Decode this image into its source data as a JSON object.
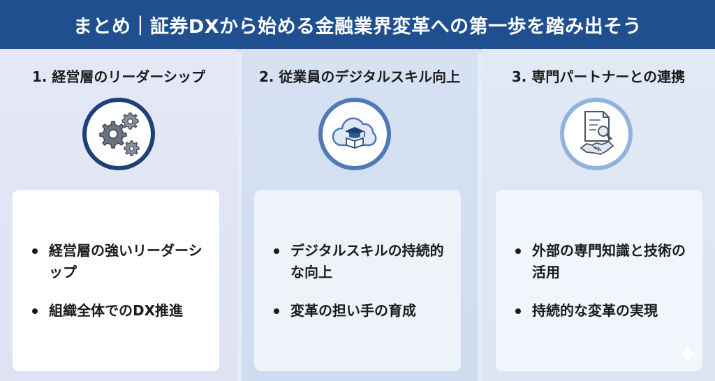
{
  "header": {
    "title": "まとめ｜証券DXから始める金融業界変革への第一歩を踏み出そう"
  },
  "columns": [
    {
      "title": "1. 経営層のリーダーシップ",
      "icon": "gears-icon",
      "bullets": [
        "経営層の強いリーダーシップ",
        "組織全体でのDX推進"
      ]
    },
    {
      "title": "2. 従業員のデジタルスキル向上",
      "icon": "cloud-education-icon",
      "bullets": [
        "デジタルスキルの持続的な向上",
        "変革の担い手の育成"
      ]
    },
    {
      "title": "3. 専門パートナーとの連携",
      "icon": "document-handshake-icon",
      "bullets": [
        "外部の専門知識と技術の活用",
        "持続的な変革の実現"
      ]
    }
  ],
  "colors": {
    "header_bg": "#1f4f8f",
    "ring1": "#1e3f78",
    "ring2": "#4f79b7",
    "ring3": "#8fb2df"
  }
}
